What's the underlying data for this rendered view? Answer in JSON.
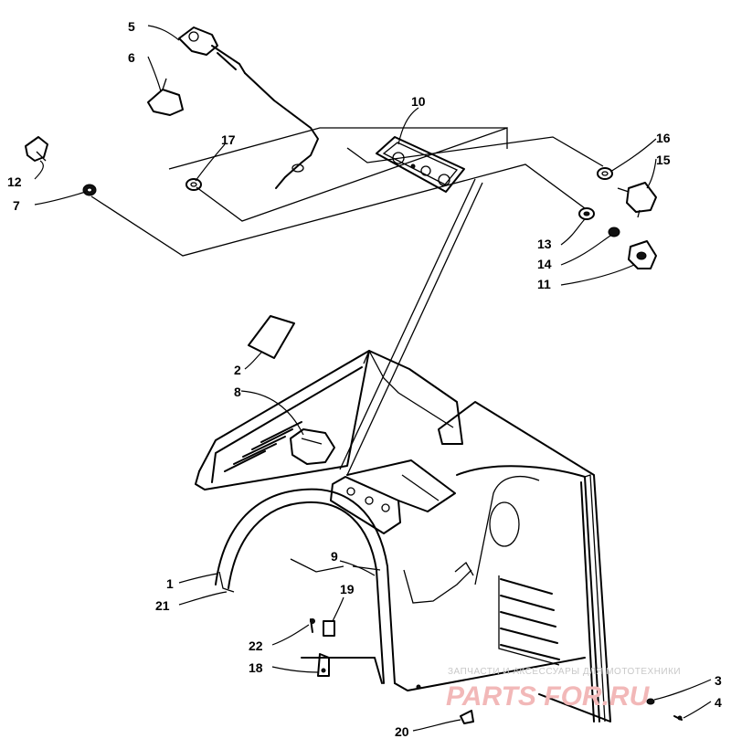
{
  "diagram": {
    "callouts": [
      {
        "id": "c1",
        "text": "1"
      },
      {
        "id": "c2",
        "text": "2"
      },
      {
        "id": "c3",
        "text": "3"
      },
      {
        "id": "c4",
        "text": "4"
      },
      {
        "id": "c5",
        "text": "5"
      },
      {
        "id": "c6",
        "text": "6"
      },
      {
        "id": "c7",
        "text": "7"
      },
      {
        "id": "c8",
        "text": "8"
      },
      {
        "id": "c9",
        "text": "9"
      },
      {
        "id": "c10",
        "text": "10"
      },
      {
        "id": "c11",
        "text": "11"
      },
      {
        "id": "c12",
        "text": "12"
      },
      {
        "id": "c13",
        "text": "13"
      },
      {
        "id": "c14",
        "text": "14"
      },
      {
        "id": "c15",
        "text": "15"
      },
      {
        "id": "c16",
        "text": "16"
      },
      {
        "id": "c17",
        "text": "17"
      },
      {
        "id": "c18",
        "text": "18"
      },
      {
        "id": "c19",
        "text": "19"
      },
      {
        "id": "c20",
        "text": "20"
      },
      {
        "id": "c21",
        "text": "21"
      },
      {
        "id": "c22",
        "text": "22"
      }
    ]
  },
  "watermark": {
    "tagline": "ЗАПЧАСТИ И АКСЕССУАРЫ ДЛЯ МОТОТЕХНИКИ",
    "site": "PARTS FOR.RU"
  }
}
